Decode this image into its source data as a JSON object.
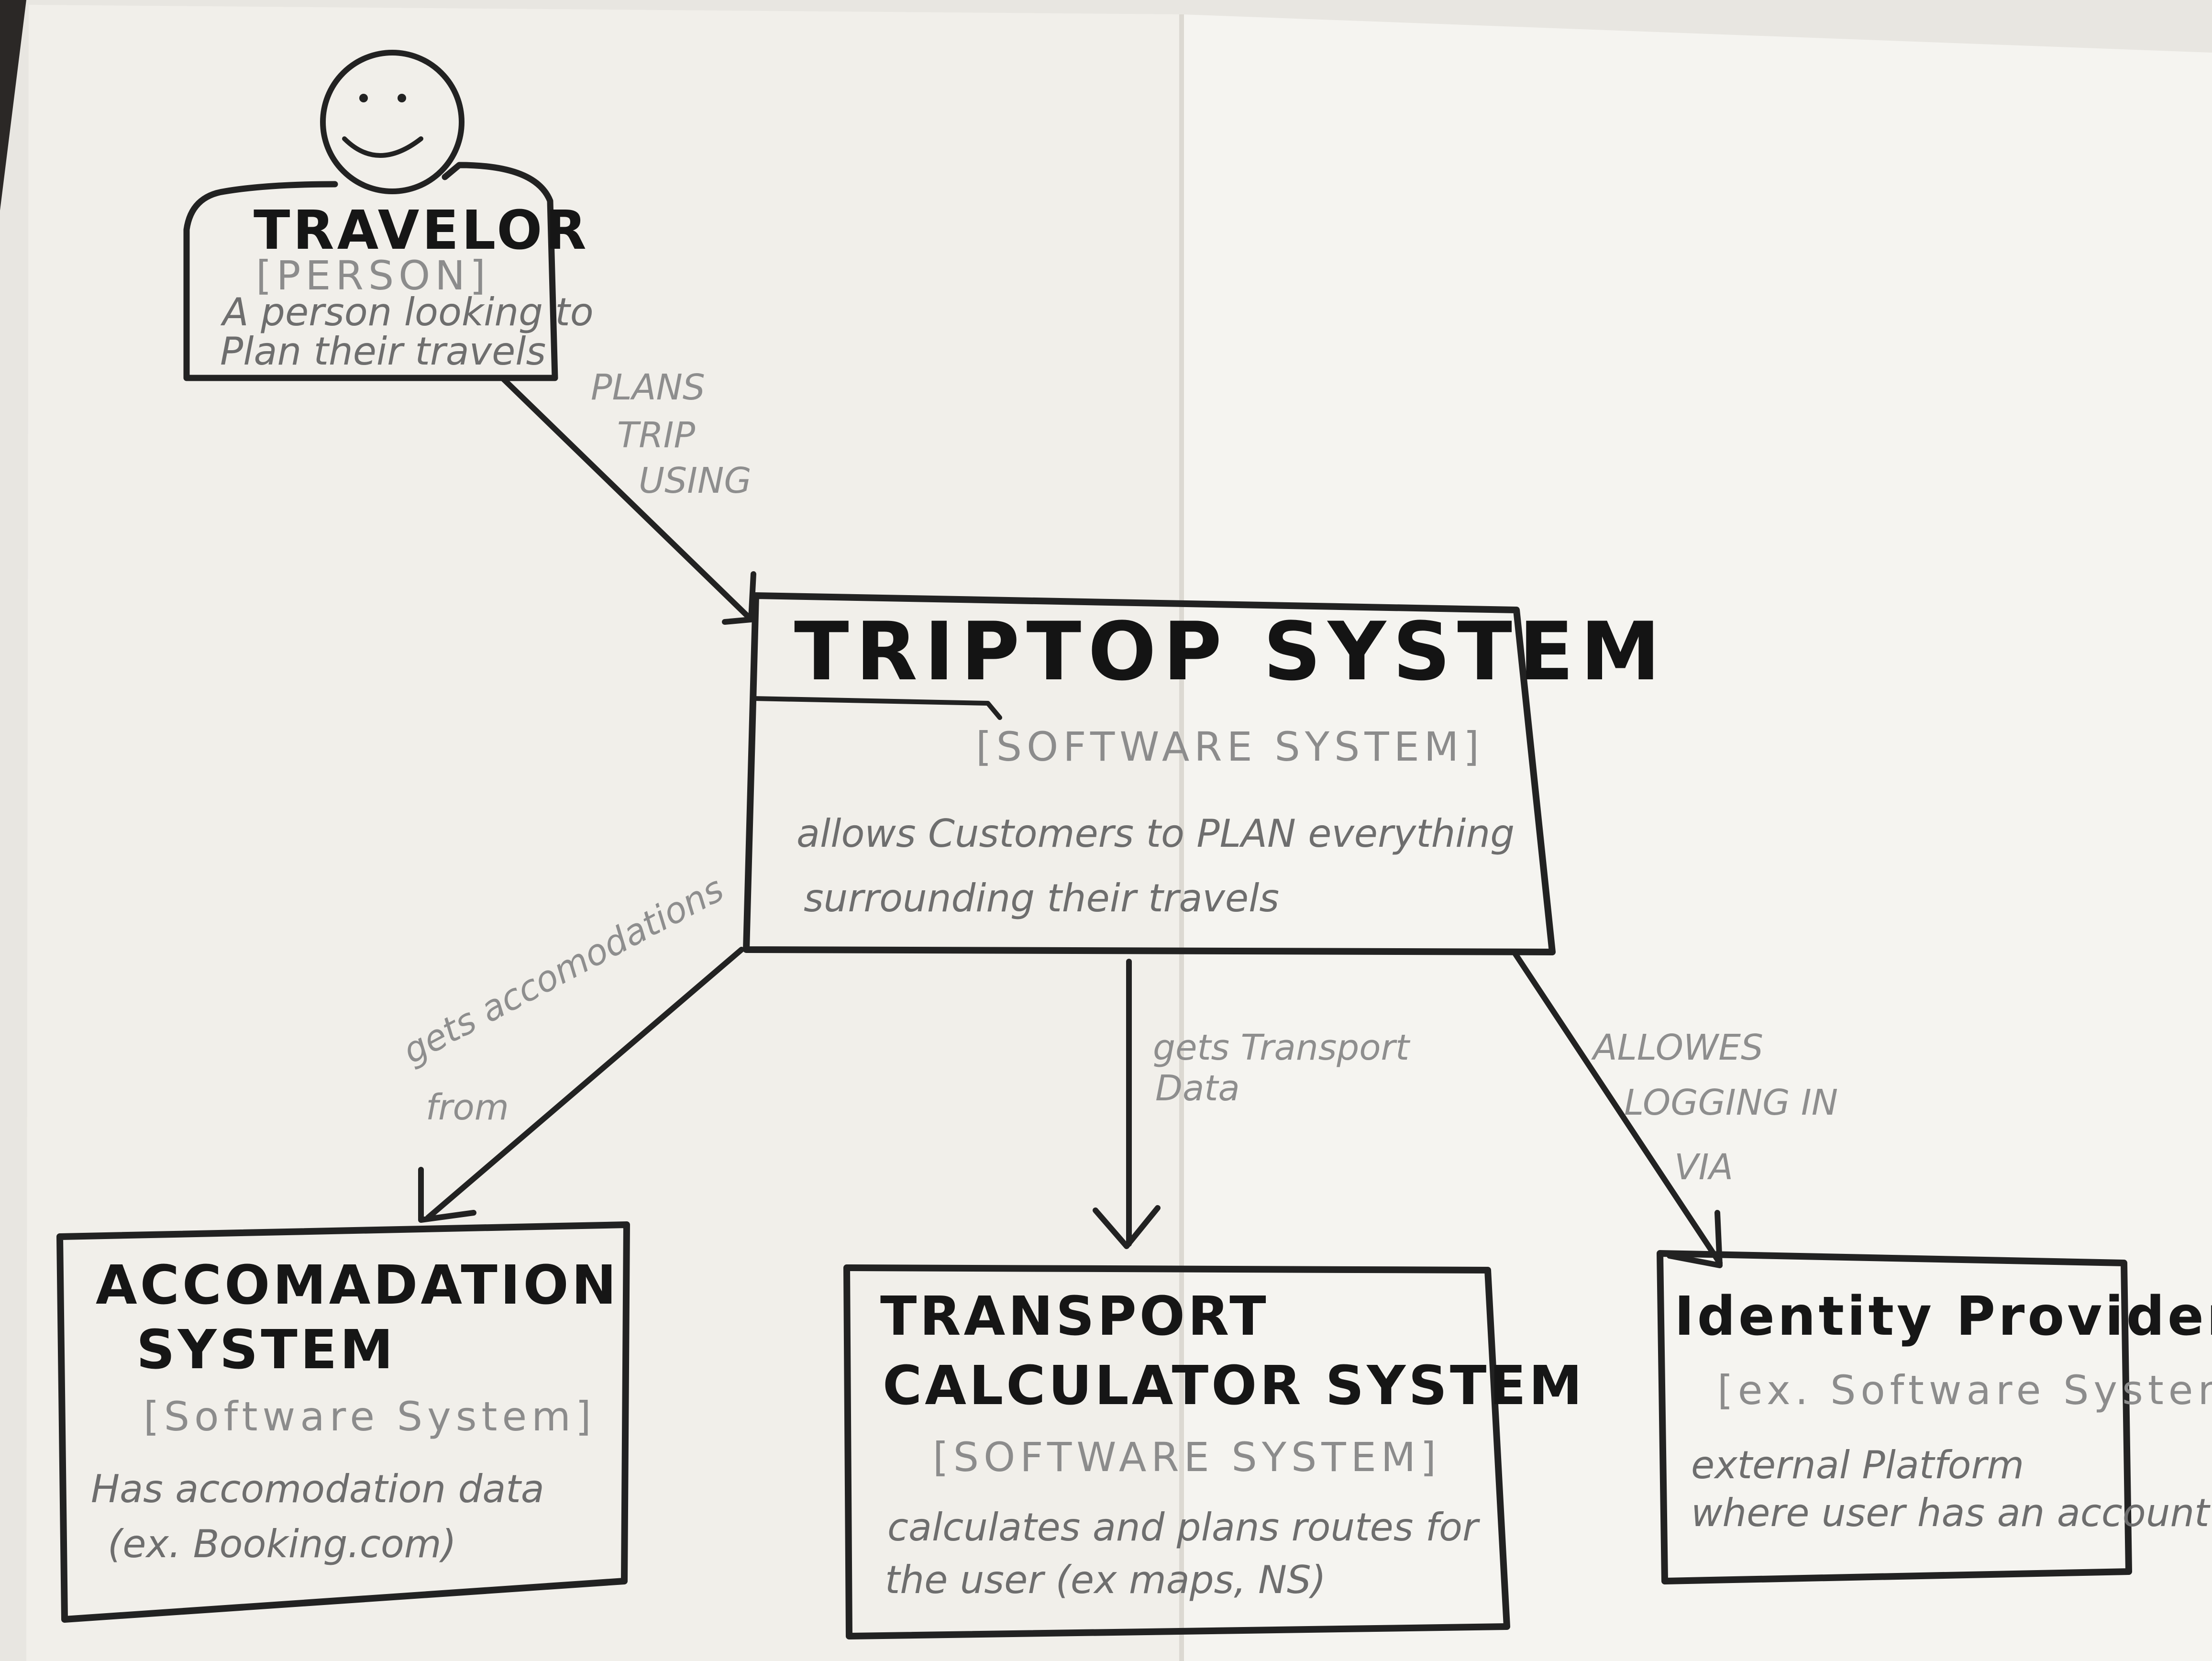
{
  "diagram": {
    "nodes": {
      "traveler": {
        "title": "TRAVELOR",
        "type": "[PERSON]",
        "desc_1": "A person looking to",
        "desc_2": "Plan their travels"
      },
      "triptop": {
        "title": "TRIPTOP SYSTEM",
        "type": "[SOFTWARE SYSTEM]",
        "desc_1": "allows Customers to PLAN everything",
        "desc_2": "surrounding their travels"
      },
      "accomodation": {
        "title_1": "ACCOMADATION",
        "title_2": "SYSTEM",
        "type": "[Software System]",
        "desc_1": "Has accomodation data",
        "desc_2": "(ex. Booking.com)"
      },
      "transport": {
        "title_1": "TRANSPORT",
        "title_2": "CALCULATOR SYSTEM",
        "type": "[SOFTWARE SYSTEM]",
        "desc_1": "calculates and plans routes for",
        "desc_2": "the user (ex maps, NS)"
      },
      "identity": {
        "title": "Identity Provider",
        "type": "[ex. Software System]",
        "desc_1": "external Platform",
        "desc_2": "where user has an account"
      }
    },
    "edges": {
      "traveler_triptop": {
        "line_1": "PLANS",
        "line_2": "TRIP",
        "line_3": "USING"
      },
      "triptop_accomodation": {
        "line_1": "gets accomodations",
        "line_2": "from"
      },
      "triptop_transport": {
        "line_1": "gets Transport",
        "line_2": "Data"
      },
      "triptop_identity": {
        "line_1": "ALLOWES",
        "line_2": "LOGGING IN",
        "line_3": "VIA"
      }
    }
  },
  "colors": {
    "paper": "#f1efea",
    "paper_right": "#f4f3ef",
    "ink": "#1c1c1c",
    "pencil": "#8c8c8c",
    "background": "#2b2826"
  }
}
